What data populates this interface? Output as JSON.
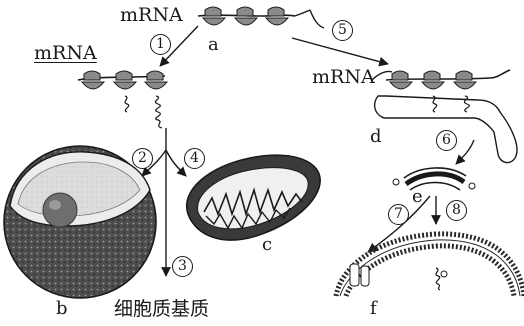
{
  "labels": {
    "mrna_top": "mRNA",
    "mrna_left": "mRNA",
    "mrna_right": "mRNA",
    "a": "a",
    "b": "b",
    "c": "c",
    "d": "d",
    "e": "e",
    "f": "f",
    "cytoplasm_matrix": "细胞质基质"
  },
  "steps": {
    "s1": "1",
    "s2": "2",
    "s3": "3",
    "s4": "4",
    "s5": "5",
    "s6": "6",
    "s7": "7",
    "s8": "8"
  },
  "colors": {
    "ink": "#1a1a1a",
    "ribosome": "#8a8a8a",
    "nucleus_shell": "#5a5a5a",
    "nucleus_inner": "#e6e6e6",
    "nucleolus": "#6e6e6e",
    "mito_outer": "#3a3a3a",
    "membrane_head": "#2a2a2a"
  }
}
